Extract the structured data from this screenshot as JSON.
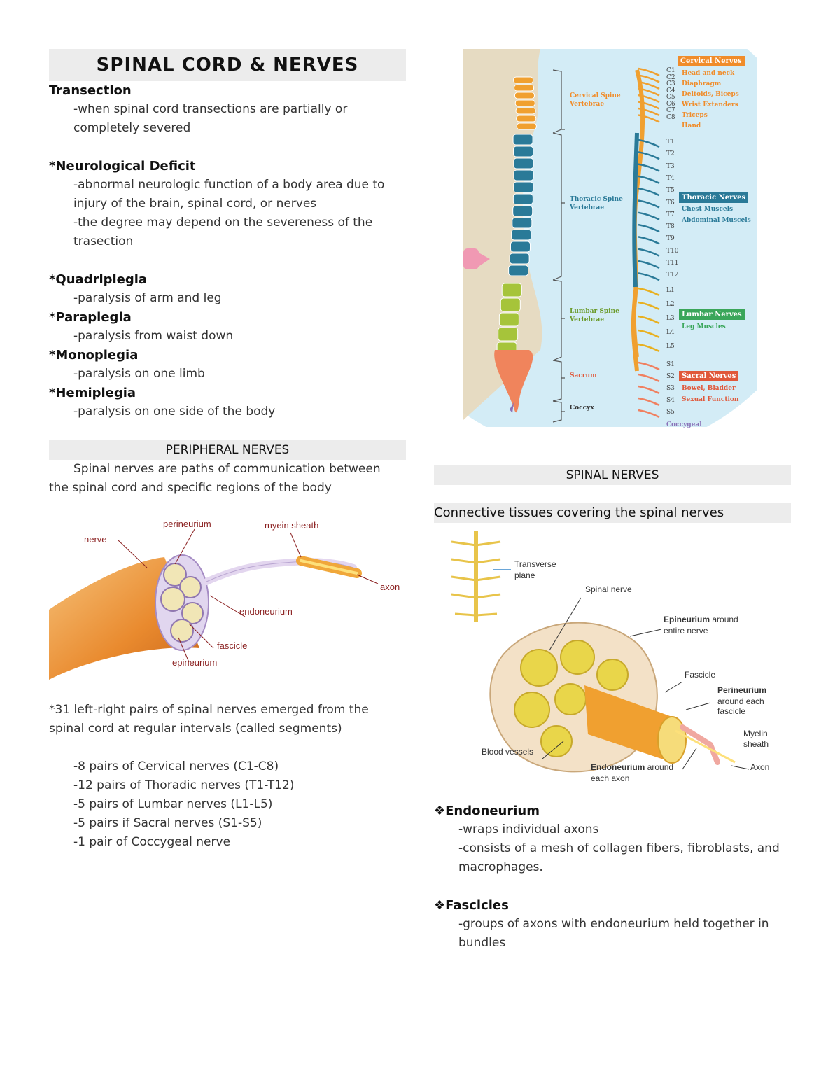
{
  "title": "SPINAL CORD & NERVES",
  "left": {
    "transection": {
      "heading": "Transection",
      "line1": "-when spinal cord transections are partially or",
      "line2": "completely severed"
    },
    "deficit": {
      "heading": "*Neurological Deficit",
      "line1": "-abnormal neurologic function of a body area due to",
      "line2": "injury of the brain, spinal cord, or nerves",
      "line3": "-the degree may depend on the severeness of the",
      "line4": "trasection"
    },
    "quad": {
      "heading": "*Quadriplegia",
      "text": "-paralysis of arm and leg"
    },
    "para": {
      "heading": "*Paraplegia",
      "text": "-paralysis from waist down"
    },
    "mono": {
      "heading": "*Monoplegia",
      "text": "-paralysis on one limb"
    },
    "hemi": {
      "heading": "*Hemiplegia",
      "text": "-paralysis on one side of the body"
    },
    "peripheral": {
      "heading": "PERIPHERAL NERVES",
      "line1": "Spinal nerves are paths of communication between",
      "line2": "the spinal cord and specific regions of the body"
    },
    "nerve_diagram": {
      "nerve": "nerve",
      "perineurium": "perineurium",
      "myelin": "myein sheath",
      "axon": "axon",
      "endoneurium": "endoneurium",
      "fascicle": "fascicle",
      "epineurium": "epineurium"
    },
    "pairs": {
      "line1": "*31 left-right pairs of spinal nerves emerged from the",
      "line2": "spinal cord at regular intervals (called segments)",
      "items": [
        "-8 pairs of Cervical nerves (C1-C8)",
        "-12 pairs of Thoradic nerves (T1-T12)",
        "-5 pairs of Lumbar nerves (L1-L5)",
        "-5 pairs if Sacral nerves (S1-S5)",
        "-1 pair of Coccygeal nerve"
      ]
    }
  },
  "spine_diagram": {
    "cervical_spine": "Cervical Spine",
    "cervical_vert": "Vertebrae",
    "thoracic_spine": "Thoracic Spine",
    "thoracic_vert": "Vertebrae",
    "lumbar_spine": "Lumbar Spine",
    "lumbar_vert": "Vertebrae",
    "sacrum": "Sacrum",
    "coccyx": "Coccyx",
    "cervical_nerves": "Cervical Nerves",
    "c_sub": [
      "Head and neck",
      "Diaphragm",
      "Deltoids, Biceps",
      "Wrist Extenders",
      "Triceps",
      "Hand"
    ],
    "thoracic_nerves": "Thoracic Nerves",
    "t_sub": [
      "Chest Muscels",
      "Abdominal Muscels"
    ],
    "lumbar_nerves": "Lumbar Nerves",
    "l_sub": [
      "Leg Muscles"
    ],
    "sacral_nerves": "Sacral Nerves",
    "s_sub": [
      "Bowel, Bladder",
      "Sexual Function"
    ],
    "coccygeal": "Coccygeal",
    "levels": [
      "C1",
      "C2",
      "C3",
      "C4",
      "C5",
      "C6",
      "C7",
      "C8",
      "T1",
      "T2",
      "T3",
      "T4",
      "T5",
      "T6",
      "T7",
      "T8",
      "T9",
      "T10",
      "T11",
      "T12",
      "L1",
      "L2",
      "L3",
      "L4",
      "L5",
      "S1",
      "S2",
      "S3",
      "S4",
      "S5"
    ],
    "colors": {
      "cervical": "#f0a030",
      "thoracic": "#2a7a98",
      "lumbar": "#a6c43a",
      "sacral": "#f08060",
      "coccyx": "#8a72b8"
    }
  },
  "right": {
    "spinal_nerves": "SPINAL NERVES",
    "connective": "Connective tissues covering the spinal nerves",
    "tissue_diagram": {
      "transverse": "Transverse",
      "plane": "plane",
      "spinal_nerve": "Spinal nerve",
      "epi_bold": "Epineurium",
      "epi_rest": " around",
      "epi_line2": "entire nerve",
      "fascicle": "Fascicle",
      "peri_bold": "Perineurium",
      "peri_line2": "around each",
      "peri_line3": "fascicle",
      "myelin1": "Myelin",
      "myelin2": "sheath",
      "blood": "Blood vessels",
      "endo_bold": "Endoneurium",
      "endo_rest": " around",
      "endo_line2": "each axon",
      "axon": "Axon"
    },
    "endoneurium": {
      "heading": "❖Endoneurium",
      "line1": "-wraps individual axons",
      "line2": "-consists of a mesh of collagen fibers, fibroblasts, and",
      "line3": "macrophages."
    },
    "fascicles": {
      "heading": "❖Fascicles",
      "line1": "-groups of axons with endoneurium held together in",
      "line2": "bundles"
    }
  }
}
